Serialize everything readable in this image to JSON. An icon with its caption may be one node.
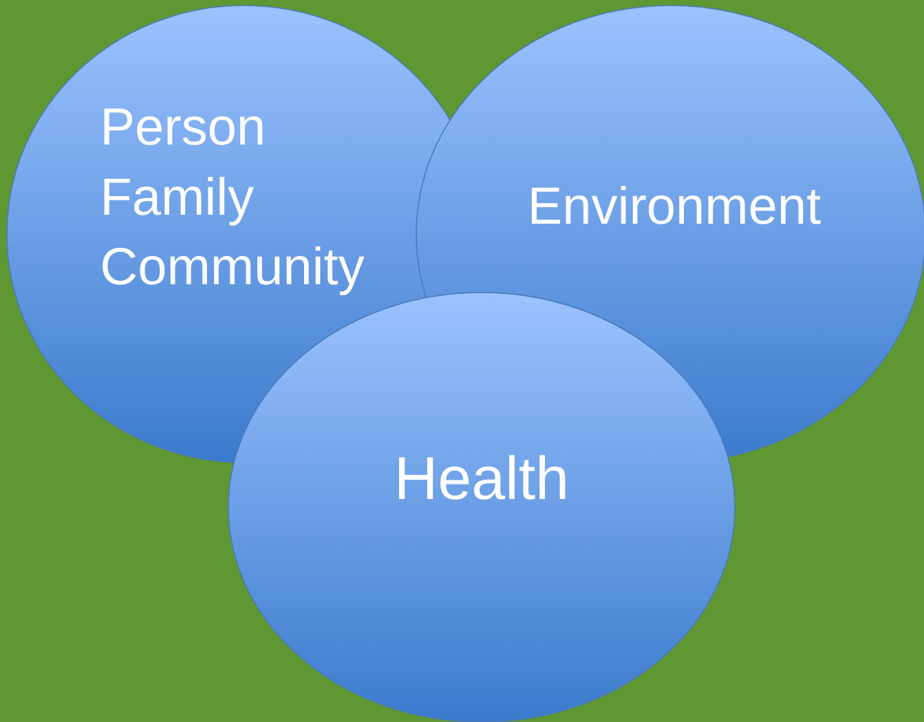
{
  "diagram": {
    "nodes": [
      {
        "text": [
          "Person",
          "Family",
          "Community"
        ]
      },
      {
        "text": [
          "Environment"
        ]
      },
      {
        "text": [
          "Health"
        ]
      }
    ]
  }
}
